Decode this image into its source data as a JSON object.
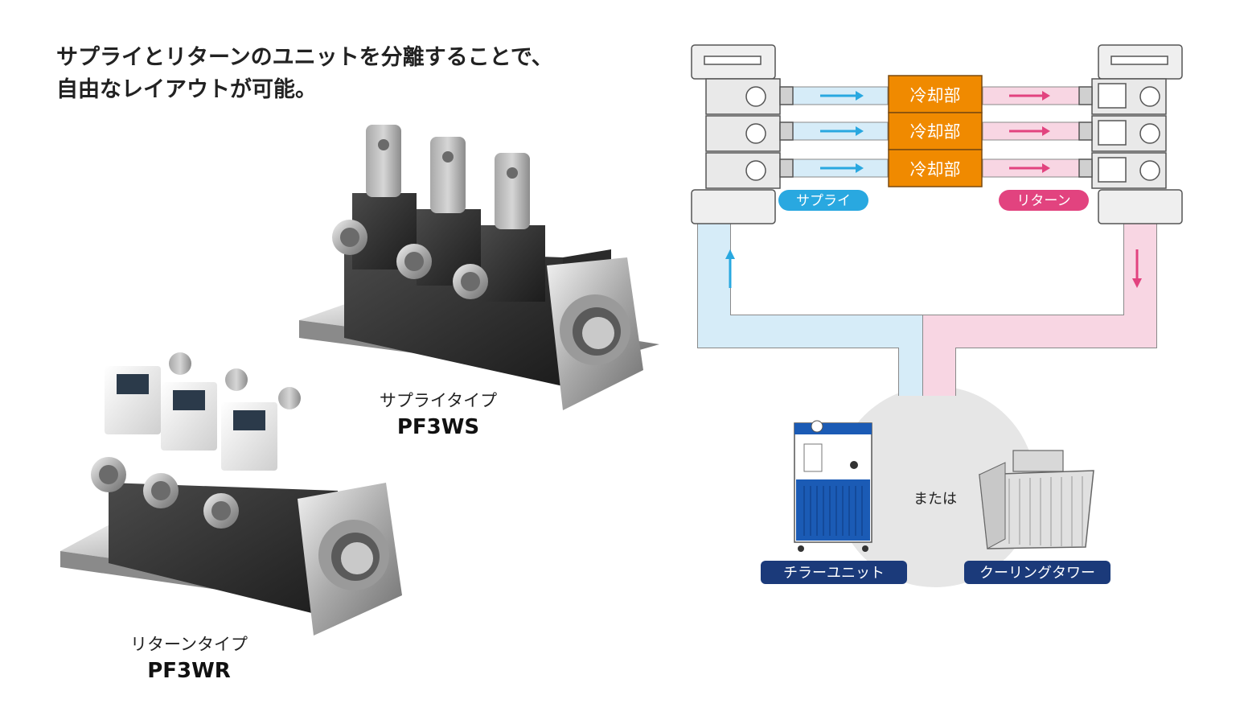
{
  "headline": {
    "line1": "サプライとリターンのユニットを分離することで、",
    "line2": "自由なレイアウトが可能。"
  },
  "products": [
    {
      "type_label": "サプライタイプ",
      "model": "PF3WS"
    },
    {
      "type_label": "リターンタイプ",
      "model": "PF3WR"
    }
  ],
  "diagram": {
    "cooling_label": "冷却部",
    "supply_label": "サプライ",
    "return_label": "リターン",
    "or_label": "または",
    "chiller_label": "チラーユニット",
    "tower_label": "クーリングタワー"
  },
  "colors": {
    "supply": "#29a8e0",
    "supply_pipe": "#d6ecf8",
    "return": "#e2437f",
    "return_pipe": "#f8d6e3",
    "cooling_box": "#f08a00",
    "badge_navy": "#1b3a7a",
    "circle_bg": "#e6e6e6",
    "pipe_outline": "#8a8a8a"
  },
  "icons": [
    "flow-arrow-icon",
    "manifold-unit-icon",
    "chiller-icon",
    "cooling-tower-icon"
  ]
}
